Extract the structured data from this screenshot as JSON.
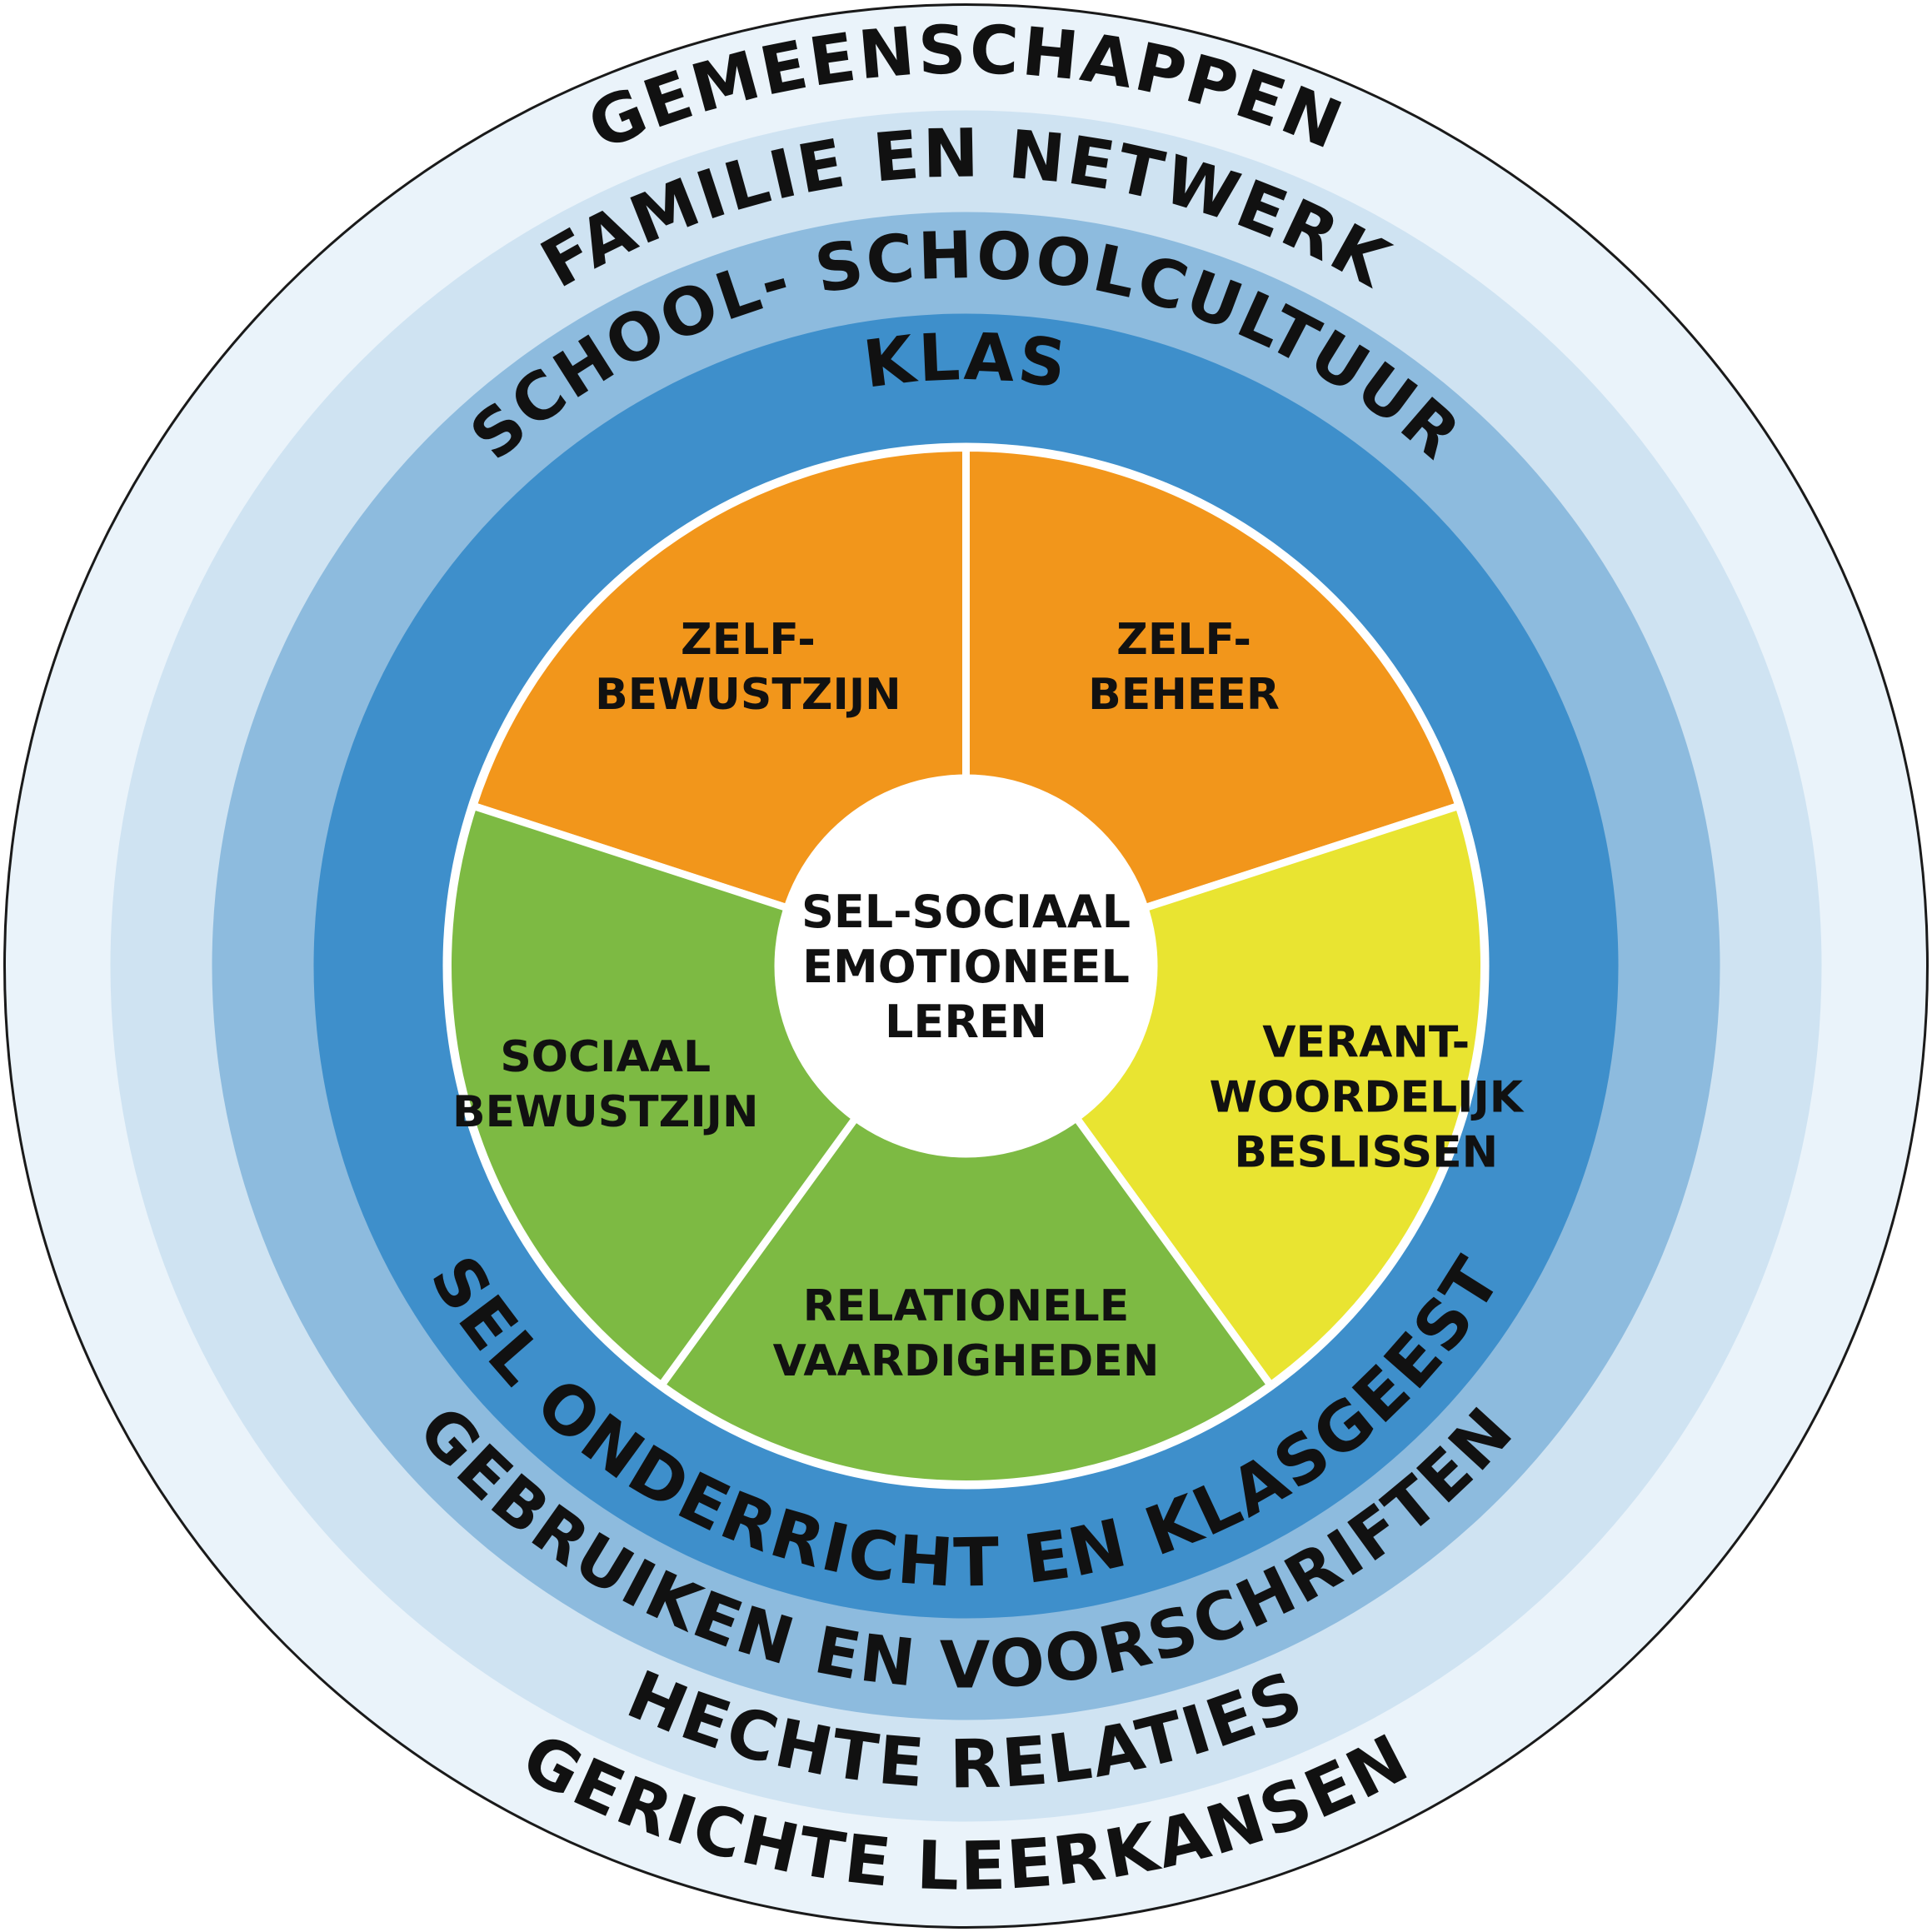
{
  "diagram": {
    "colors": {
      "ring_outer": "#EAF3FA",
      "ring_family": "#CFE3F2",
      "ring_school": "#8DBBDE",
      "ring_klas": "#3E8FCB",
      "orange": "#F2961B",
      "green": "#7DBA43",
      "yellow": "#E9E431",
      "center": "#FFFFFF",
      "outline": "#1A1A1A",
      "divider": "#FFFFFF"
    },
    "rings": {
      "outer_top": "GEMEENSCHAPPEN",
      "outer_bottom": "GERICHTE LEERKANSEN",
      "family_top": "FAMILIE EN NETWERK",
      "family_bottom": "HECHTE RELATIES",
      "school_top": "SCHOOL- SCHOOLCULTUUR",
      "school_bottom": "GEBRUIKEN EN VOORSCHRIFTEN",
      "klas_top": "KLAS",
      "klas_bottom": "SEL ONDERRICHT EN KLASGEEST"
    },
    "segments": [
      {
        "id": "zelfbewustzijn",
        "color": "orange",
        "lines": [
          "ZELF-",
          "BEWUSTZIJN"
        ]
      },
      {
        "id": "zelfbeheer",
        "color": "orange",
        "lines": [
          "ZELF-",
          "BEHEER"
        ]
      },
      {
        "id": "verantwoordelijk-beslissen",
        "color": "yellow",
        "lines": [
          "VERANT-",
          "WOORDELIJK",
          "BESLISSEN"
        ]
      },
      {
        "id": "relationele-vaardigheden",
        "color": "green",
        "lines": [
          "RELATIONELE",
          "VAARDIGHEDEN"
        ]
      },
      {
        "id": "sociaal-bewustzijn",
        "color": "green",
        "lines": [
          "SOCIAAL",
          "BEWUSTZIJN"
        ]
      }
    ],
    "center": {
      "lines": [
        "SEL-SOCIAAL",
        "EMOTIONEEL",
        "LEREN"
      ]
    }
  }
}
